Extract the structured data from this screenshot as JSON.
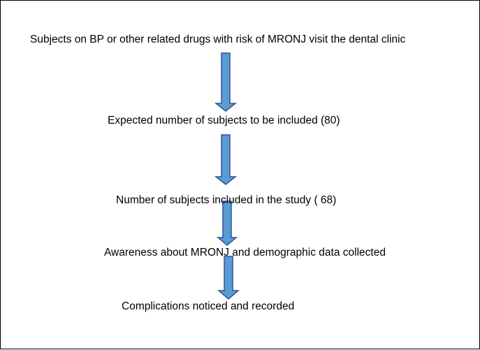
{
  "flowchart": {
    "steps": [
      {
        "label": "Subjects on BP or other related drugs with risk of MRONJ visit the dental clinic"
      },
      {
        "label": "Expected number of subjects to be included (80)"
      },
      {
        "label": "Number of subjects included in the study ( 68)"
      },
      {
        "label": "Awareness about MRONJ and demographic data collected"
      },
      {
        "label": "Complications noticed and recorded"
      }
    ],
    "arrow_color": "#5B9BD5",
    "arrow_border_color": "#2F5597"
  }
}
